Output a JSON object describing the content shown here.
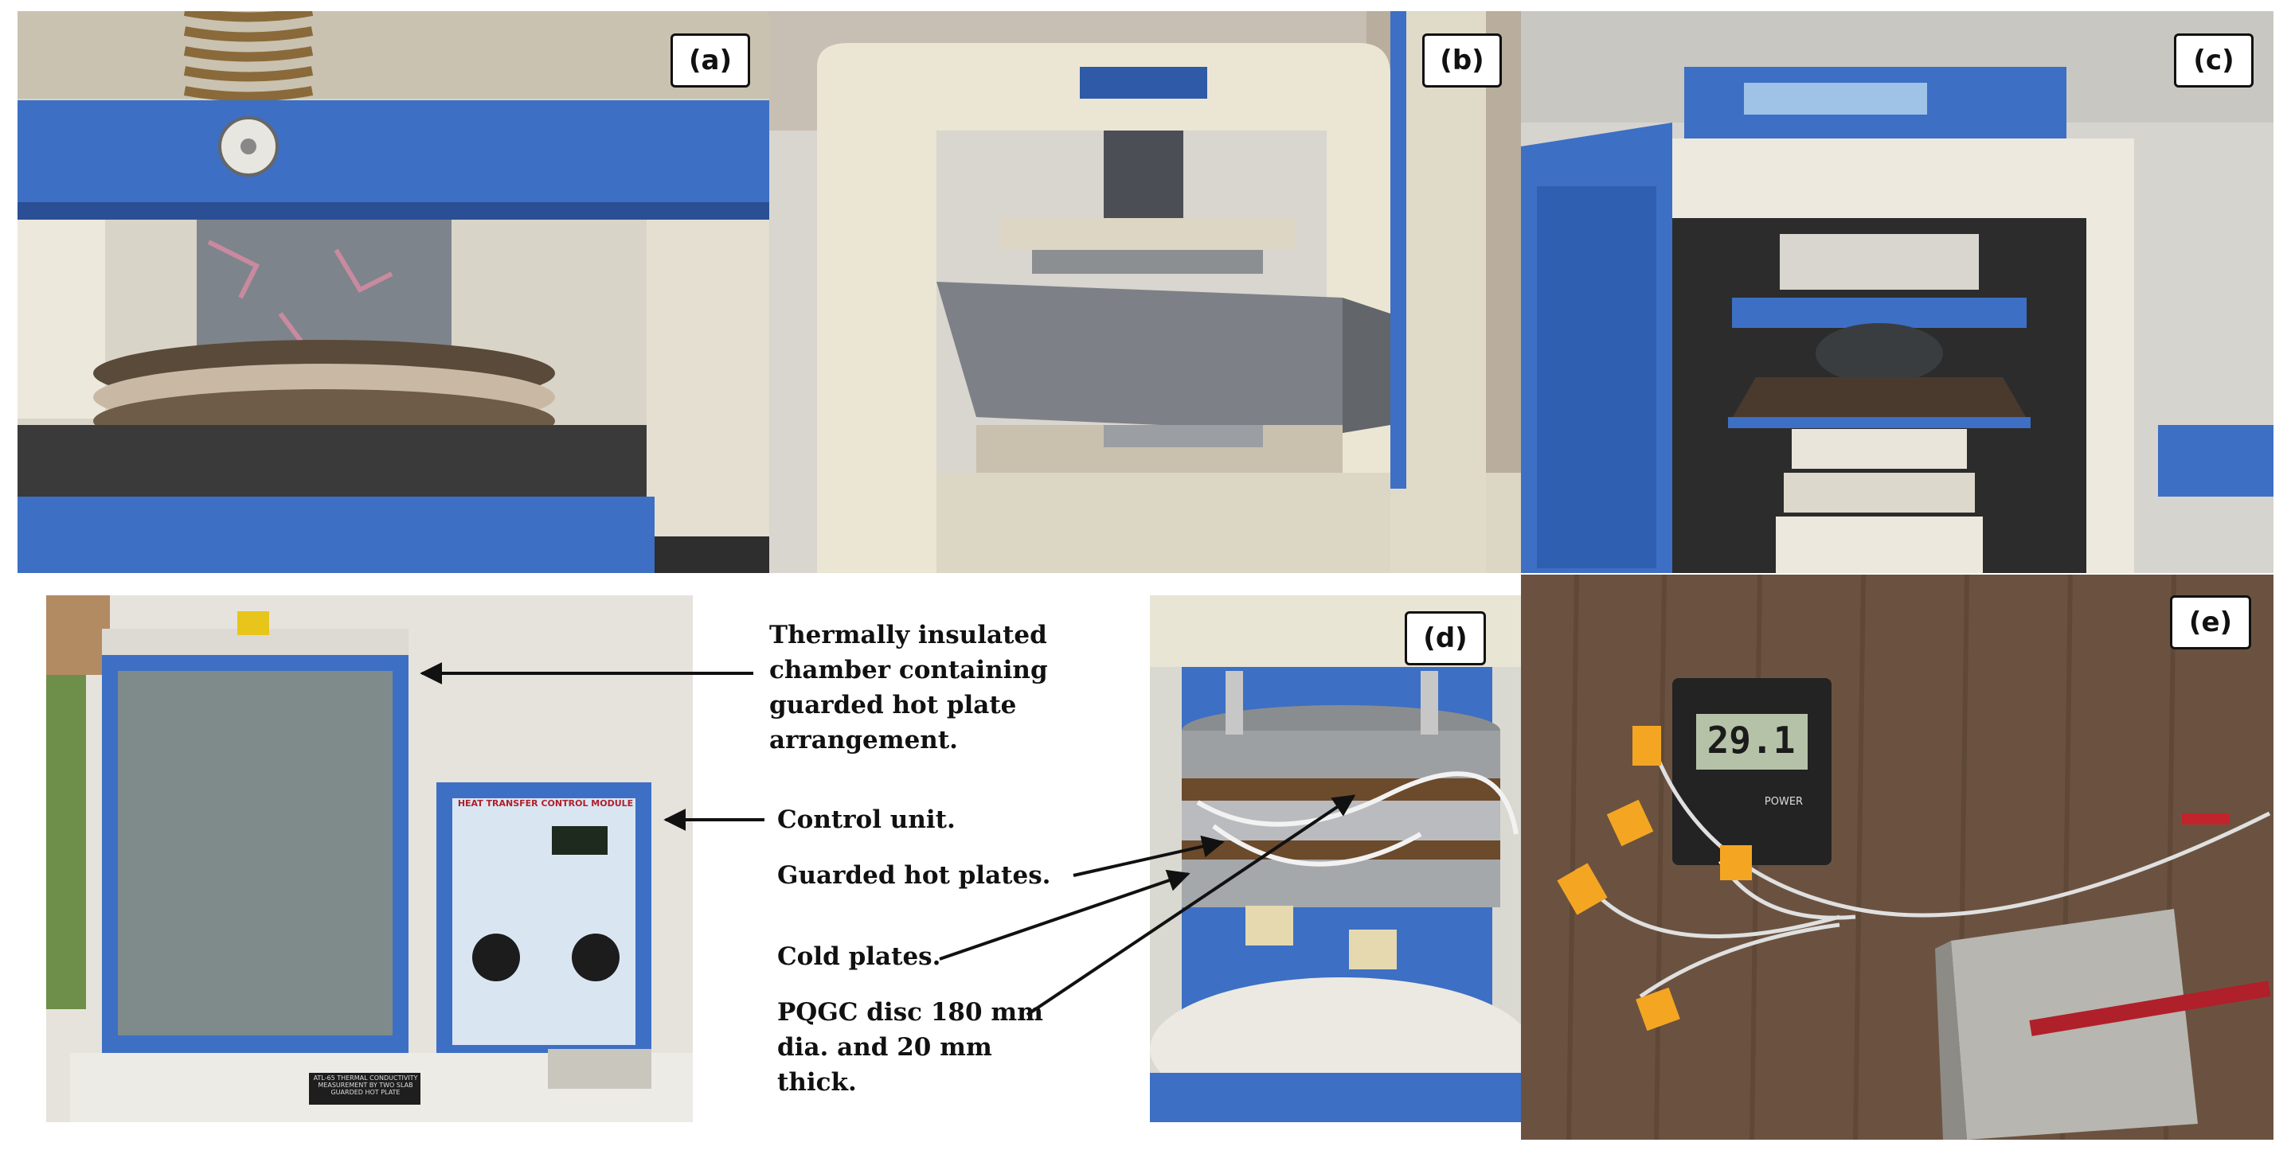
{
  "panels": {
    "a": {
      "label": "(a)"
    },
    "b": {
      "label": "(b)"
    },
    "c": {
      "label": "(c)"
    },
    "d": {
      "label": "(d)"
    },
    "e": {
      "label": "(e)"
    }
  },
  "annotations": {
    "chamber": [
      "Thermally insulated",
      "chamber containing",
      "guarded hot plate",
      "arrangement."
    ],
    "control_unit": "Control unit.",
    "guarded_hot_plates": "Guarded hot plates.",
    "cold_plates": "Cold plates.",
    "disc": [
      "PQGC disc 180 mm",
      "dia. and 20 mm",
      "thick."
    ]
  },
  "equipment_text": {
    "control_module_title": "HEAT TRANSFER CONTROL MODULE",
    "nameplate": "ATL-65 THERMAL CONDUCTIVITY MEASUREMENT BY TWO SLAB GUARDED HOT PLATE",
    "thermometer_reading": "29.1",
    "thermometer_switch": "POWER"
  },
  "colors": {
    "machine_blue": "#3d6fc4",
    "machine_cream": "#e8e2cf",
    "concrete_gray": "#8d9196",
    "wood_brown": "#6b5240",
    "thermocouple_yellow": "#f4a623"
  }
}
